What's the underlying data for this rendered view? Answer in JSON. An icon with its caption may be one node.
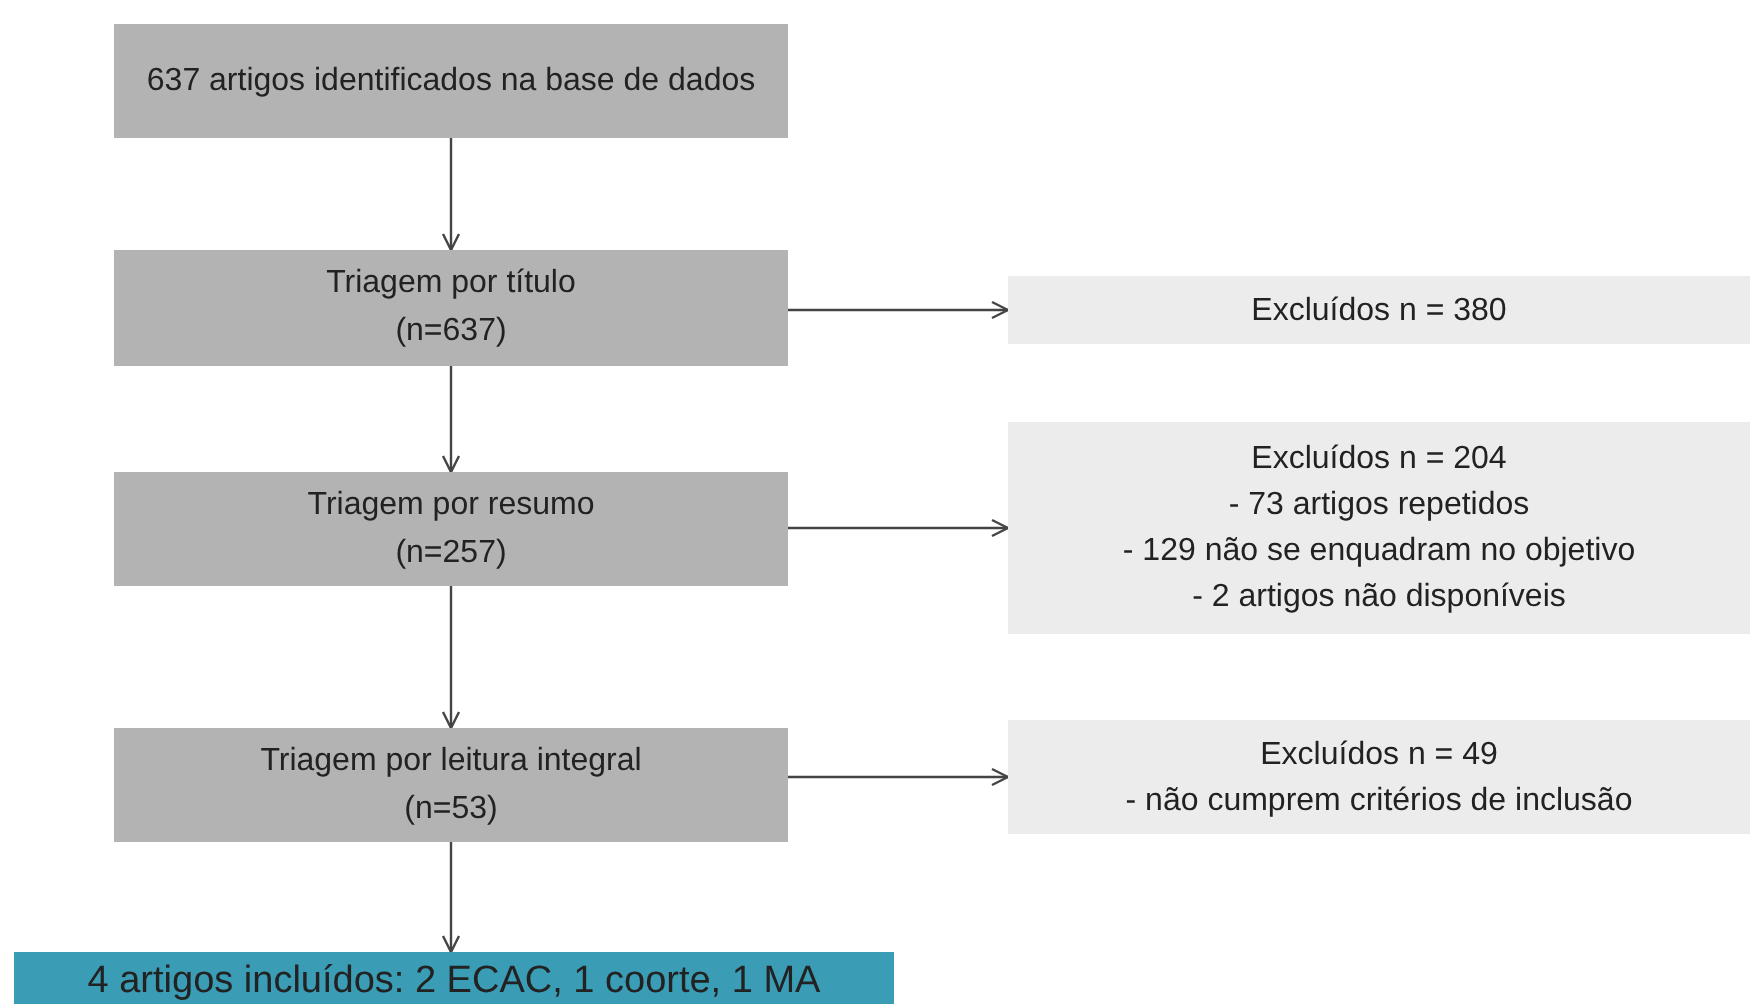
{
  "diagram": {
    "nodes": [
      {
        "text": [
          "637 artigos identificados na base de dados"
        ]
      },
      {
        "text": [
          "Triagem por título",
          "(n=637)"
        ]
      },
      {
        "text": [
          "Excluídos n = 380"
        ]
      },
      {
        "text": [
          "Triagem por resumo",
          "(n=257)"
        ]
      },
      {
        "text": [
          "Excluídos n = 204",
          "- 73 artigos repetidos",
          "- 129 não se enquadram no objetivo",
          "- 2 artigos não disponíveis"
        ]
      },
      {
        "text": [
          "Triagem por leitura integral",
          "(n=53)"
        ]
      },
      {
        "text": [
          "Excluídos n = 49",
          "- não cumprem critérios de inclusão"
        ]
      },
      {
        "text": [
          "4 artigos incluídos: 2 ECAC, 1 coorte, 1 MA"
        ]
      }
    ],
    "edges": [
      {
        "from": 0,
        "to": 1,
        "arrow": "to"
      },
      {
        "from": 1,
        "to": 2,
        "arrow": "to"
      },
      {
        "from": 1,
        "to": 3,
        "arrow": "to"
      },
      {
        "from": 3,
        "to": 4,
        "arrow": "to"
      },
      {
        "from": 3,
        "to": 5,
        "arrow": "to"
      },
      {
        "from": 5,
        "to": 6,
        "arrow": "to"
      },
      {
        "from": 5,
        "to": 7,
        "arrow": "to"
      }
    ]
  }
}
